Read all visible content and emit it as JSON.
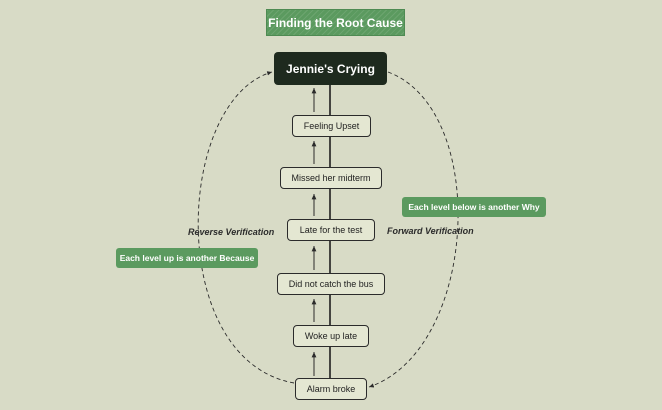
{
  "title": "Finding the Root Cause",
  "root": "Jennie's Crying",
  "chain": [
    "Feeling Upset",
    "Missed her midterm",
    "Late for the test",
    "Did not catch the bus",
    "Woke up late",
    "Alarm broke"
  ],
  "labels": {
    "reverse": "Reverse Verification",
    "forward": "Forward Verification"
  },
  "callouts": {
    "left": "Each level up is another Because",
    "right": "Each level below is another Why"
  },
  "colors": {
    "background": "#d8dbc6",
    "accent_green": "#5b9a5f",
    "root_fill": "#1e2a1e",
    "node_fill": "#e4e7d2"
  }
}
